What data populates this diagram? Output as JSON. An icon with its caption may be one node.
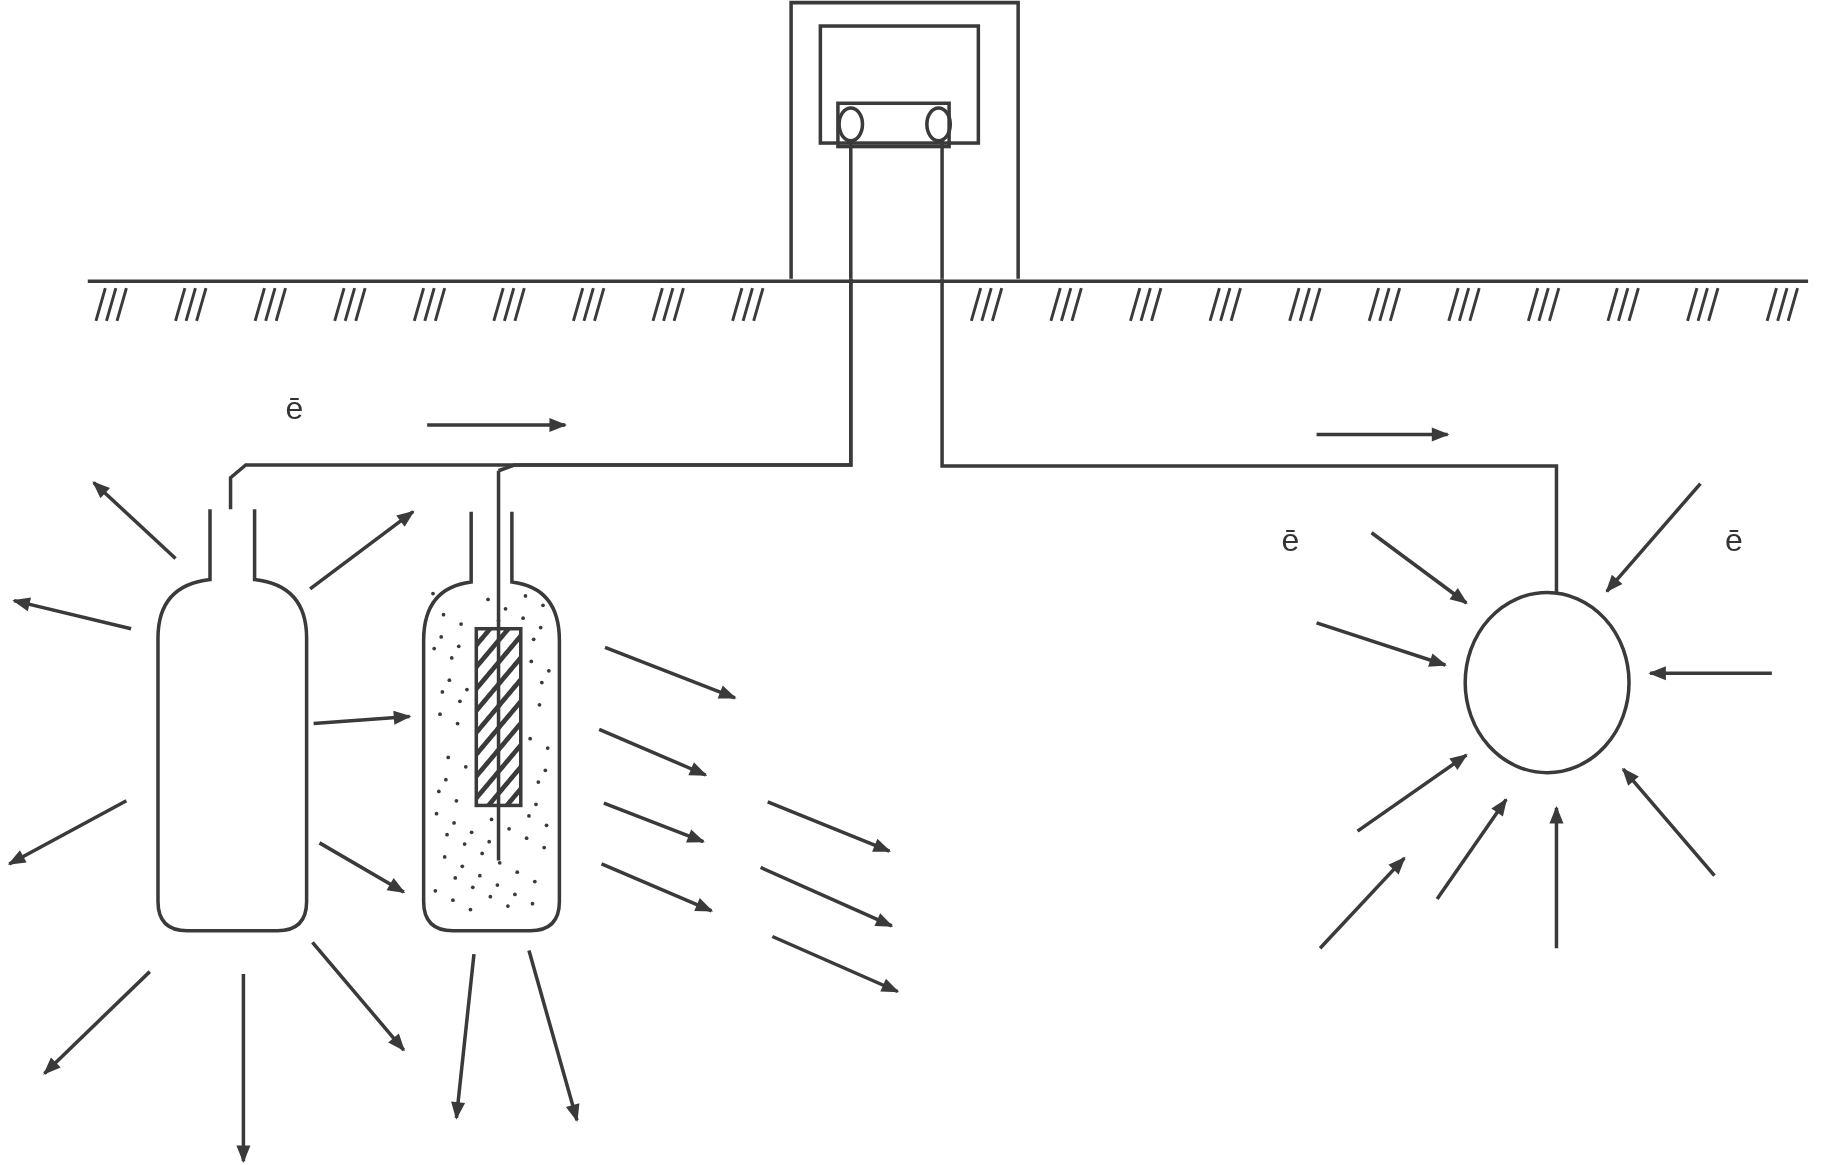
{
  "diagram": {
    "nodes": [
      {
        "text": [],
        "shape": "box"
      },
      {
        "text": [],
        "shape": "bottle"
      },
      {
        "text": [],
        "shape": "bottle"
      },
      {
        "text": [],
        "shape": "circle"
      }
    ],
    "edges": [
      {
        "from": 1,
        "to": 0,
        "arrow": "none"
      },
      {
        "from": 2,
        "to": 0,
        "arrow": "none"
      },
      {
        "from": 0,
        "to": 3,
        "arrow": "none"
      },
      {
        "from": 1,
        "to": 2,
        "arrow": "to"
      },
      {
        "from": 1,
        "to": 2,
        "arrow": "to"
      },
      {
        "from": 1,
        "to": 2,
        "arrow": "to"
      }
    ],
    "labels": [
      "ē",
      "ē",
      "ē"
    ]
  }
}
